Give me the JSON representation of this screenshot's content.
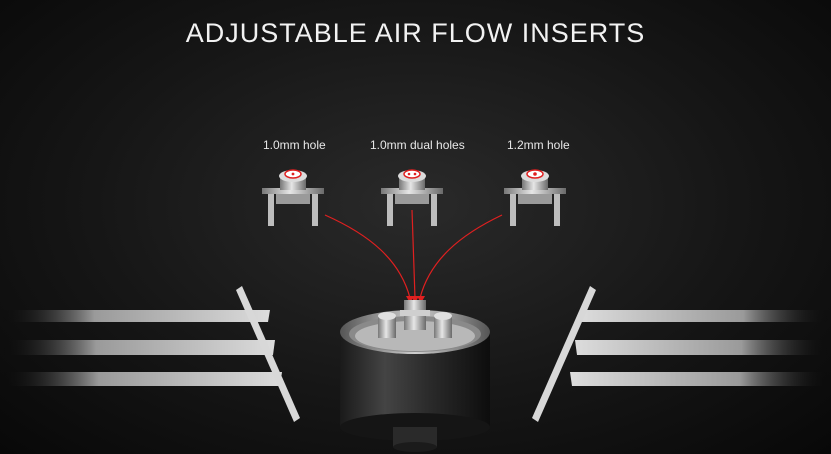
{
  "title": "ADJUSTABLE AIR FLOW INSERTS",
  "inserts": [
    {
      "label": "1.0mm hole"
    },
    {
      "label": "1.0mm dual holes"
    },
    {
      "label": "1.2mm hole"
    }
  ],
  "colors": {
    "accent_red": "#e02020",
    "metal": "#c8c8c8",
    "background": "#141414"
  }
}
